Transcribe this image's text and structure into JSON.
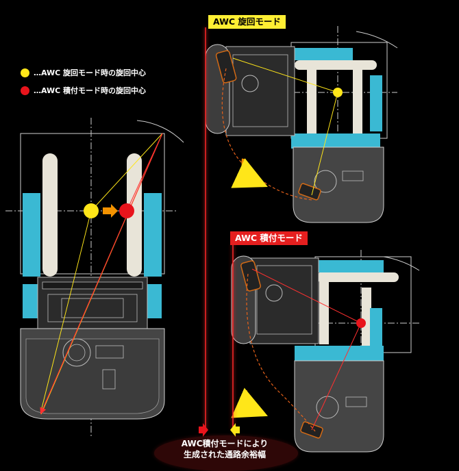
{
  "legend": {
    "turn_label": "…AWC 旋回モード時の旋回中心",
    "load_label": "…AWC 積付モード時の旋回中心"
  },
  "tags": {
    "turn_mode": "AWC 旋回モード",
    "load_mode": "AWC 積付モード"
  },
  "caption": {
    "line1": "AWC積付モードにより",
    "line2": "生成された通路余裕幅"
  },
  "colors": {
    "turn_center": "#ffe619",
    "load_center": "#e8141c",
    "accent_arrow": "#f39200",
    "machine_cyan": "#3ab9d3",
    "glow_red": "#ff2a2a"
  }
}
